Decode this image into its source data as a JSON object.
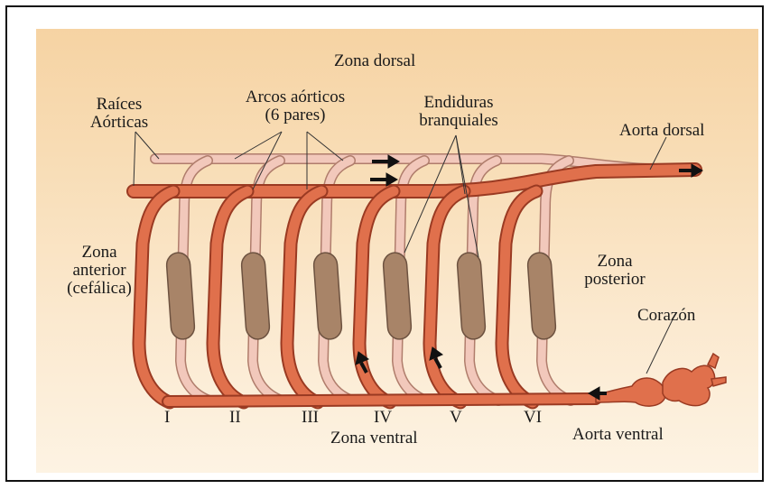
{
  "diagram": {
    "labels": {
      "zona_dorsal": "Zona dorsal",
      "raices_aorticas": "Raíces Aórticas",
      "arcos_aorticos": "Arcos aórticos (6 pares)",
      "endiduras_branquiales": "Endiduras branquiales",
      "aorta_dorsal": "Aorta dorsal",
      "zona_anterior": "Zona anterior (cefálica)",
      "zona_posterior": "Zona posterior",
      "corazon": "Corazón",
      "zona_ventral": "Zona ventral",
      "aorta_ventral": "Aorta ventral"
    },
    "arch_numbers": [
      "I",
      "II",
      "III",
      "IV",
      "V",
      "VI"
    ],
    "colors": {
      "artery": "#e0704c",
      "artery_outline": "#9a3a22",
      "pale_vessel": "#f2c8bb",
      "pale_outline": "#b07d6c",
      "cleft": "#a88468",
      "background_top": "#f6d3a3",
      "background_bottom": "#fdf3e3"
    }
  }
}
